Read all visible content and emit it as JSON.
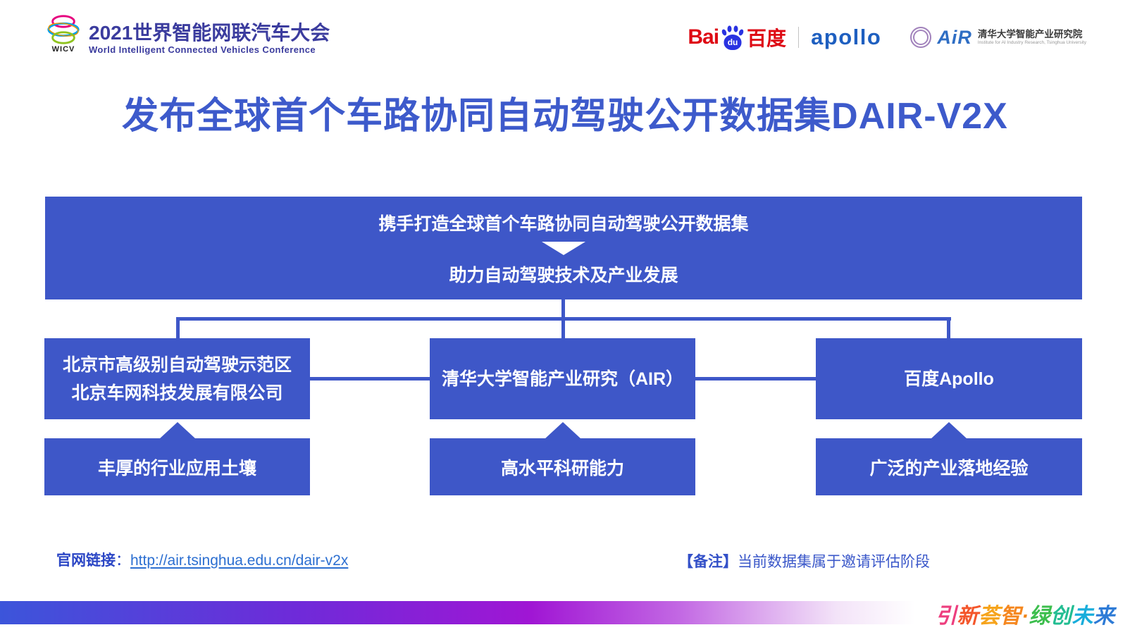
{
  "header": {
    "wicv": {
      "acronym": "WICV",
      "title_cn": "2021世界智能网联汽车大会",
      "title_en": "World Intelligent Connected Vehicles Conference"
    },
    "partners": {
      "baidu_latin": "Bai",
      "baidu_du": "du",
      "baidu_cn": "百度",
      "apollo": "apollo",
      "air_logo": "AiR",
      "air_cn": "清华大学智能产业研究院",
      "air_en": "Institute for AI Industry Research, Tsinghua University"
    }
  },
  "title": "发布全球首个车路协同自动驾驶公开数据集DAIR-V2X",
  "diagram": {
    "top_box": {
      "line1": "携手打造全球首个车路协同自动驾驶公开数据集",
      "line2": "助力自动驾驶技术及产业发展"
    },
    "columns": [
      {
        "org_lines": [
          "北京市高级别自动驾驶示范区",
          "北京车网科技发展有限公司"
        ],
        "strength": "丰厚的行业应用土壤"
      },
      {
        "org_lines": [
          "清华大学智能产业研究（AIR）"
        ],
        "strength": "高水平科研能力"
      },
      {
        "org_lines": [
          "百度Apollo"
        ],
        "strength": "广泛的产业落地经验"
      }
    ]
  },
  "footer": {
    "link_label": "官网链接",
    "link_separator": "：",
    "link_url": "http://air.tsinghua.edu.cn/dair-v2x",
    "note_label": "【备注】",
    "note_text": "当前数据集属于邀请评估阶段"
  },
  "slogan": {
    "segments": [
      {
        "text": "引",
        "color": "#ED3E7E"
      },
      {
        "text": "新",
        "color": "#F4562B"
      },
      {
        "text": "荟",
        "color": "#F6A41C"
      },
      {
        "text": "智",
        "color": "#F5871F"
      },
      {
        "text": "·",
        "color": "#F08519"
      },
      {
        "text": "绿",
        "color": "#3CBE4D"
      },
      {
        "text": "创",
        "color": "#23BD92"
      },
      {
        "text": "未",
        "color": "#19ADDB"
      },
      {
        "text": "来",
        "color": "#2E7BD6"
      }
    ]
  },
  "colors": {
    "primary_blue": "#3E57C8",
    "title_blue": "#3D5ACB",
    "wicv_indigo": "#3B3C9E",
    "baidu_red": "#DE0A14",
    "baidu_blue": "#2932E1",
    "apollo_blue": "#1E5FC0",
    "air_blue": "#2F6EC4",
    "link_blue": "#2C6FD1",
    "stripe_gradient": [
      "#3C55DA",
      "#6E2BD9",
      "#A016D4",
      "#C267E3",
      "#FFFFFF"
    ]
  }
}
